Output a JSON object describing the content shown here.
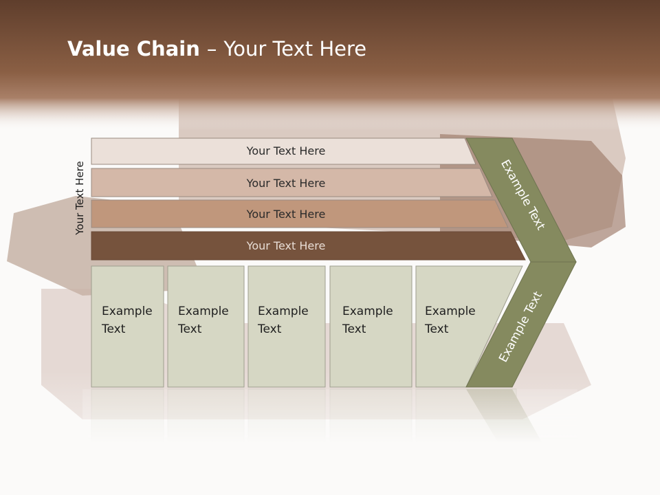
{
  "title": {
    "bold": "Value Chain",
    "separator": "–",
    "rest": "Your Text Here"
  },
  "side_label": "Your Text Here",
  "bars": [
    {
      "label": "Your Text Here",
      "color": "#ebe0d9"
    },
    {
      "label": "Your Text Here",
      "color": "#d4b8a8"
    },
    {
      "label": "Your Text Here",
      "color": "#c0977c"
    },
    {
      "label": "Your Text Here",
      "color": "#76533d"
    }
  ],
  "columns": [
    {
      "text": "Example\nText"
    },
    {
      "text": "Example\nText"
    },
    {
      "text": "Example\nText"
    },
    {
      "text": "Example\nText"
    },
    {
      "text": "Example\nText"
    }
  ],
  "chevron": {
    "upper_label": "Example Text",
    "lower_label": "Example Text",
    "color": "#858a5f"
  },
  "column_color": "#d6d7c4"
}
